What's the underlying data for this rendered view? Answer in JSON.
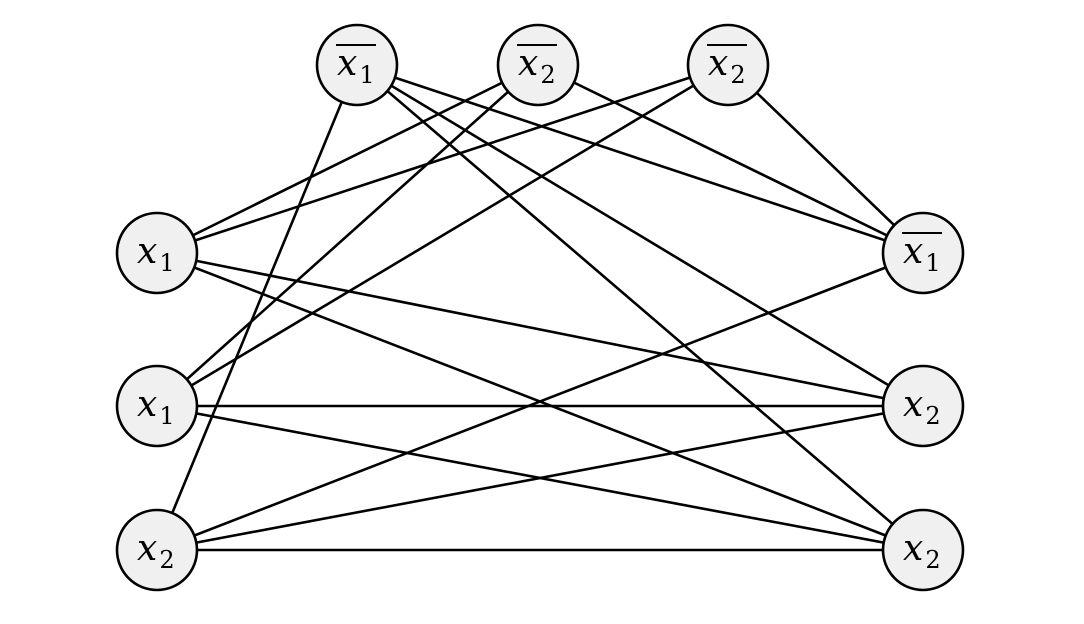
{
  "colors": {
    "node_fill": "#f0f0f0",
    "stroke": "#000000",
    "background": "#ffffff"
  },
  "nodes": [
    {
      "id": "t1",
      "var": "x",
      "sub": "1",
      "negated": true
    },
    {
      "id": "t2",
      "var": "x",
      "sub": "2",
      "negated": true
    },
    {
      "id": "t3",
      "var": "x",
      "sub": "2",
      "negated": true
    },
    {
      "id": "l1",
      "var": "x",
      "sub": "1",
      "negated": false
    },
    {
      "id": "l2",
      "var": "x",
      "sub": "1",
      "negated": false
    },
    {
      "id": "l3",
      "var": "x",
      "sub": "2",
      "negated": false
    },
    {
      "id": "r1",
      "var": "x",
      "sub": "1",
      "negated": true
    },
    {
      "id": "r2",
      "var": "x",
      "sub": "2",
      "negated": false
    },
    {
      "id": "r3",
      "var": "x",
      "sub": "2",
      "negated": false
    }
  ],
  "edges": [
    [
      "l1",
      "t2"
    ],
    [
      "l1",
      "t3"
    ],
    [
      "l1",
      "r2"
    ],
    [
      "l1",
      "r3"
    ],
    [
      "l2",
      "t2"
    ],
    [
      "l2",
      "t3"
    ],
    [
      "l2",
      "r2"
    ],
    [
      "l2",
      "r3"
    ],
    [
      "l3",
      "t1"
    ],
    [
      "l3",
      "r1"
    ],
    [
      "l3",
      "r2"
    ],
    [
      "l3",
      "r3"
    ],
    [
      "t1",
      "r1"
    ],
    [
      "t1",
      "r2"
    ],
    [
      "t1",
      "r3"
    ],
    [
      "t2",
      "r1"
    ],
    [
      "t3",
      "r1"
    ]
  ]
}
